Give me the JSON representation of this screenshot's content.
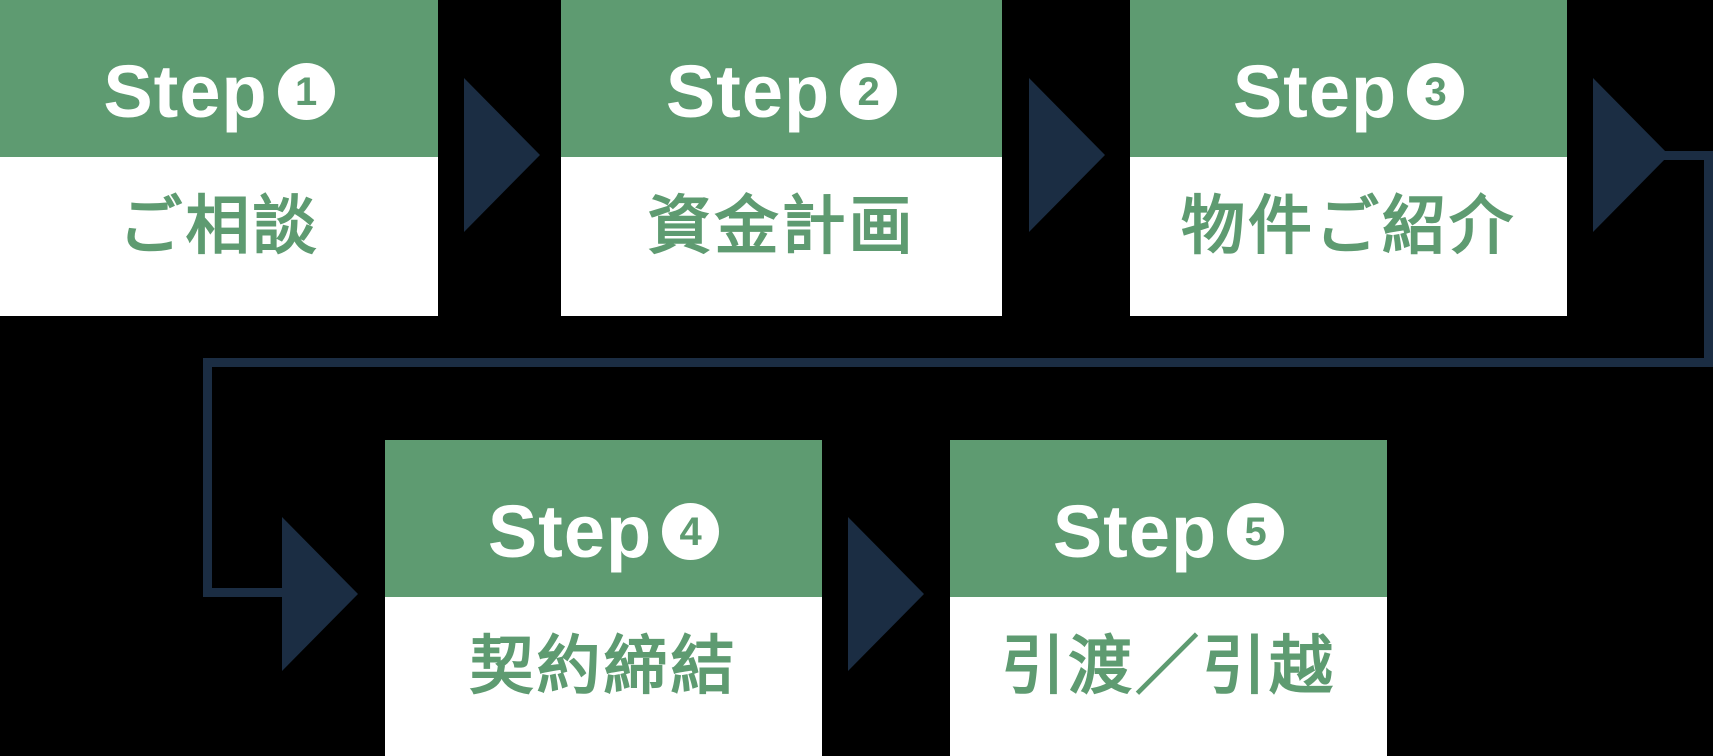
{
  "diagram": {
    "colors": {
      "green": "#5E9B71",
      "navy": "#1B2D43",
      "white": "#FFFFFF",
      "background": "#000000"
    },
    "steps": [
      {
        "step_label": "Step",
        "number": "1",
        "title": "ご相談"
      },
      {
        "step_label": "Step",
        "number": "2",
        "title": "資金計画"
      },
      {
        "step_label": "Step",
        "number": "3",
        "title": "物件ご紹介"
      },
      {
        "step_label": "Step",
        "number": "4",
        "title": "契約締結"
      },
      {
        "step_label": "Step",
        "number": "5",
        "title": "引渡／引越"
      }
    ]
  }
}
